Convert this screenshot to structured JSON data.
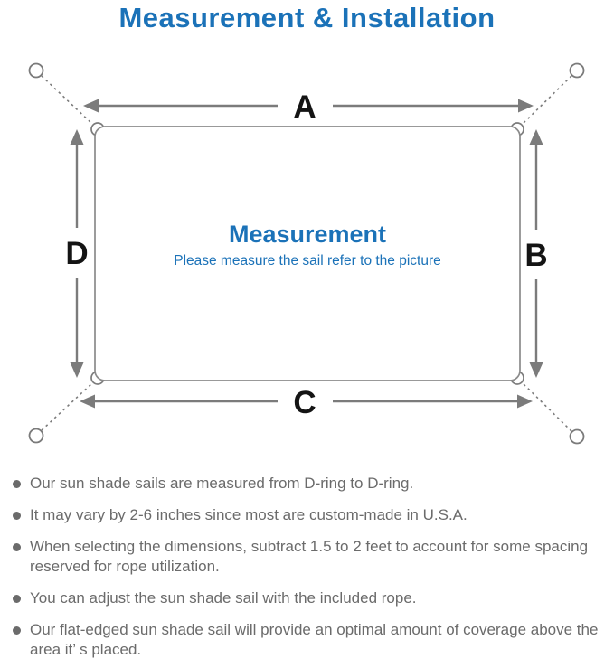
{
  "title": "Measurement & Installation",
  "diagram": {
    "labels": {
      "top": "A",
      "right": "B",
      "bottom": "C",
      "left": "D"
    },
    "center_title": "Measurement",
    "center_subtitle": "Please measure the sail refer to the picture",
    "icon_names": [
      "anchor-ring-icon",
      "d-ring-icon",
      "dimension-arrow"
    ],
    "colors": {
      "accent_blue": "#1b72b8",
      "line_gray": "#7b7b7b",
      "label_black": "#141414",
      "note_gray": "#6b6b6b"
    }
  },
  "notes": {
    "items": [
      "Our sun shade sails are measured from D-ring to D-ring.",
      "It may vary by 2-6 inches since most are custom-made in U.S.A.",
      "When selecting the dimensions, subtract 1.5 to 2 feet to account for some spacing reserved for rope utilization.",
      "You can adjust the sun shade sail with the included rope.",
      "Our flat-edged sun shade sail will provide an optimal amount of coverage above the area it’ s placed."
    ]
  }
}
